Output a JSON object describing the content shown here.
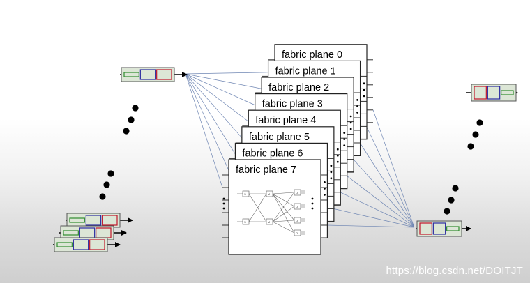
{
  "planes": [
    {
      "label": "fabric plane 0"
    },
    {
      "label": "fabric plane 1"
    },
    {
      "label": "fabric plane 2"
    },
    {
      "label": "fabric plane 3"
    },
    {
      "label": "fabric plane 4"
    },
    {
      "label": "fabric plane 5"
    },
    {
      "label": "fabric plane 6"
    },
    {
      "label": "fabric plane 7"
    }
  ],
  "inner": {
    "in_labels": [
      "S",
      "S"
    ],
    "mid_labels": [
      "M",
      "M"
    ],
    "out_labels": [
      "O",
      "O",
      "O",
      "O"
    ]
  },
  "watermark": "https://blog.csdn.net/DOITJT",
  "colors": {
    "link": "#6f86b3",
    "packet_fill": "#dce6d6",
    "cell_green": "#2e8b2e",
    "cell_blue": "#2a2aa0",
    "cell_red": "#c0152a",
    "dot": "#000000"
  }
}
